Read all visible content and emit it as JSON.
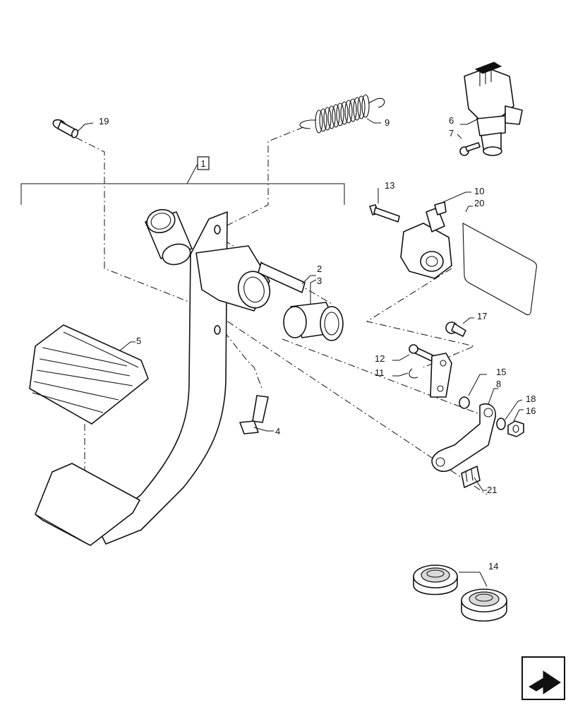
{
  "callouts": {
    "c1": "1",
    "c2": "2",
    "c3": "3",
    "c4": "4",
    "c5": "5",
    "c6": "6",
    "c7": "7",
    "c8": "8",
    "c9": "9",
    "c10": "10",
    "c11": "11",
    "c12": "12",
    "c13": "13",
    "c14": "14",
    "c15": "15",
    "c16": "16",
    "c17": "17",
    "c18": "18",
    "c19": "19",
    "c20": "20",
    "c21": "21"
  },
  "icons": {
    "nav": "next-page-arrow-icon"
  }
}
